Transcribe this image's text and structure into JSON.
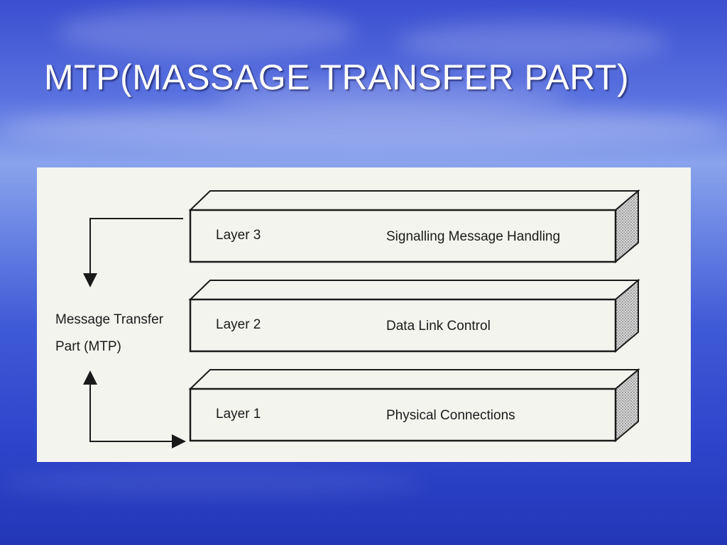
{
  "slide": {
    "title": "MTP(MASSAGE TRANSFER PART)"
  },
  "diagram": {
    "side_label_line1": "Message Transfer",
    "side_label_line2": "Part (MTP)",
    "layers": [
      {
        "name": "Layer 3",
        "function": "Signalling Message Handling"
      },
      {
        "name": "Layer 2",
        "function": "Data Link Control"
      },
      {
        "name": "Layer 1",
        "function": "Physical Connections"
      }
    ]
  },
  "colors": {
    "background_blue": "#3b4fd0",
    "figure_paper": "#f4f4ef",
    "ink": "#1a1a1a"
  }
}
